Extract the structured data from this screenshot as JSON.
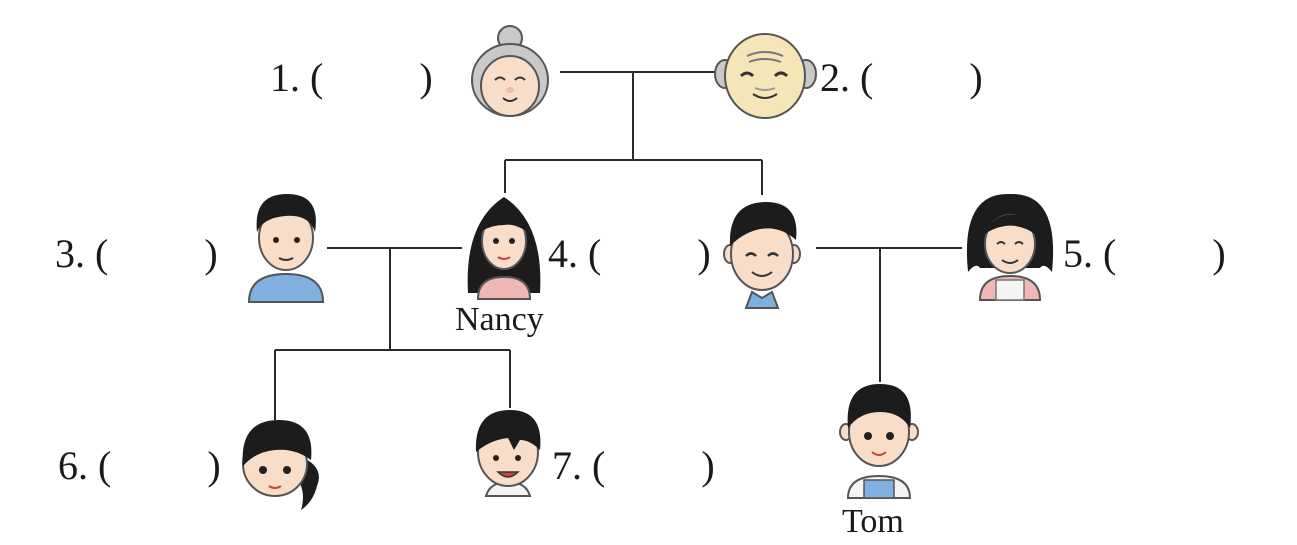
{
  "labels": {
    "blank_1": "1.",
    "blank_2": "2.",
    "blank_3": "3.",
    "blank_4": "4.",
    "blank_5": "5.",
    "blank_6": "6.",
    "blank_7": "7.",
    "open_paren": "(",
    "close_paren": ")"
  },
  "names": {
    "nancy": "Nancy",
    "tom": "Tom"
  },
  "people": [
    {
      "id": "grandmother",
      "icon": "grandmother-avatar-icon"
    },
    {
      "id": "grandfather",
      "icon": "grandfather-avatar-icon"
    },
    {
      "id": "uncle",
      "icon": "man-blue-shirt-avatar-icon"
    },
    {
      "id": "nancy",
      "icon": "woman-long-hair-avatar-icon"
    },
    {
      "id": "father",
      "icon": "man-smiling-avatar-icon"
    },
    {
      "id": "mother",
      "icon": "woman-apron-avatar-icon"
    },
    {
      "id": "girl",
      "icon": "girl-ponytail-avatar-icon"
    },
    {
      "id": "boy",
      "icon": "boy-avatar-icon"
    },
    {
      "id": "tom",
      "icon": "tom-avatar-icon"
    }
  ],
  "colors": {
    "skin": "#f8ddc9",
    "hair": "#1c1c1c",
    "grey_hair": "#c9c9c9",
    "blue_shirt": "#7fb0e0",
    "pink": "#f1b7b7"
  }
}
